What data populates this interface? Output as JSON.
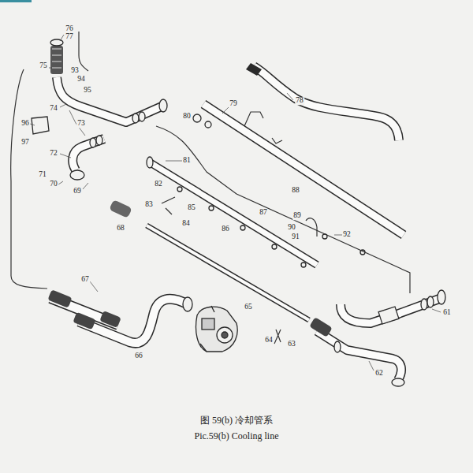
{
  "diagram": {
    "caption": "图 59(b) 冷却管系",
    "labels": [
      "76",
      "77",
      "75",
      "93",
      "94",
      "95",
      "74",
      "73",
      "96",
      "97",
      "72",
      "71",
      "70",
      "69",
      "78",
      "79",
      "80",
      "81",
      "82",
      "83",
      "85",
      "84",
      "86",
      "87",
      "88",
      "89",
      "90",
      "91",
      "92",
      "68",
      "67",
      "65",
      "61",
      "64",
      "63",
      "66",
      "62",
      "Pic.59(b) Cooling line"
    ]
  }
}
